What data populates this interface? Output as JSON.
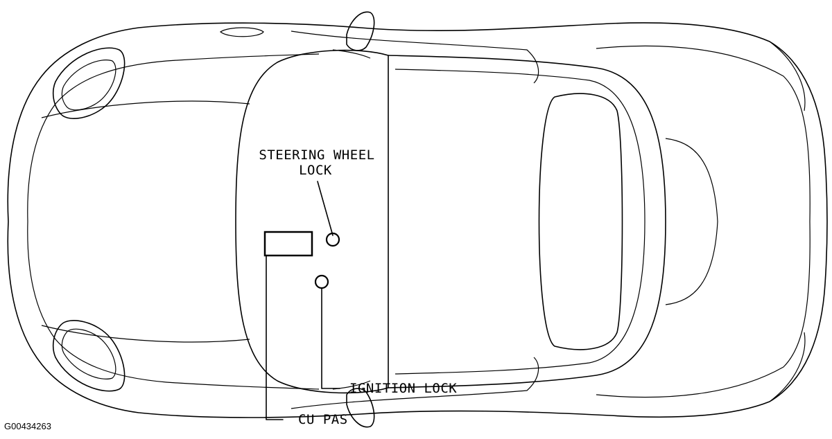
{
  "figure_id": "G00434263",
  "labels": {
    "steering_wheel_lock_line1": "STEERING WHEEL",
    "steering_wheel_lock_line2": "LOCK",
    "ignition_lock": "IGNITION LOCK",
    "cu_pas": "CU PAS"
  }
}
